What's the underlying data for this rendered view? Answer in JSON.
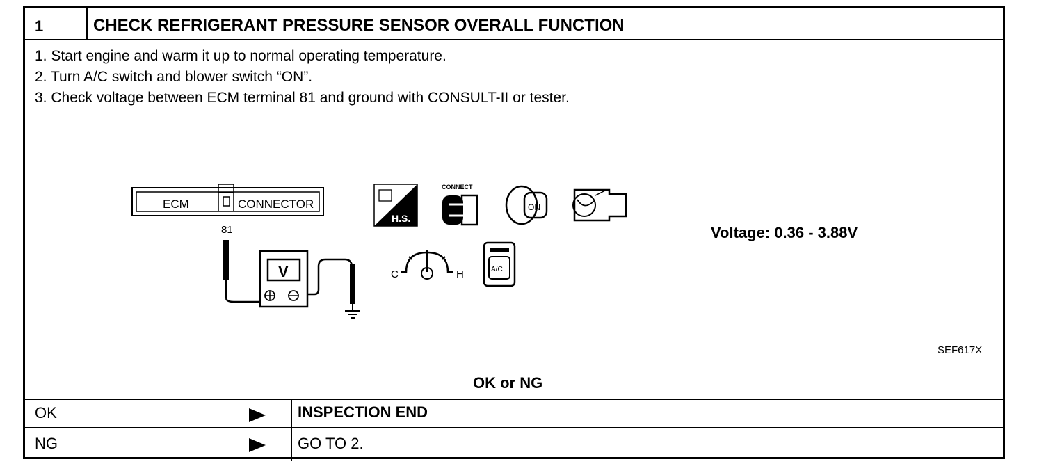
{
  "header": {
    "number": "1",
    "title": "CHECK REFRIGERANT PRESSURE SENSOR OVERALL FUNCTION"
  },
  "steps": [
    "1.  Start engine and warm it up to normal operating temperature.",
    "2.  Turn A/C switch and blower switch “ON”.",
    "3.  Check voltage between ECM terminal 81 and ground with CONSULT-II or tester."
  ],
  "diagram": {
    "ecm_label": "ECM",
    "connector_label": "CONNECTOR",
    "terminal": "81",
    "meter_label": "V",
    "hs_label": "H.S.",
    "connect_label": "CONNECT",
    "on_label": "ON",
    "temp_c": "C",
    "temp_h": "H",
    "ac_label": "A/C",
    "figure_code": "SEF617X"
  },
  "spec": "Voltage: 0.36 - 3.88V",
  "result_prompt": "OK or NG",
  "results": [
    {
      "label": "OK",
      "action": "INSPECTION END"
    },
    {
      "label": "NG",
      "action": "GO TO 2."
    }
  ]
}
